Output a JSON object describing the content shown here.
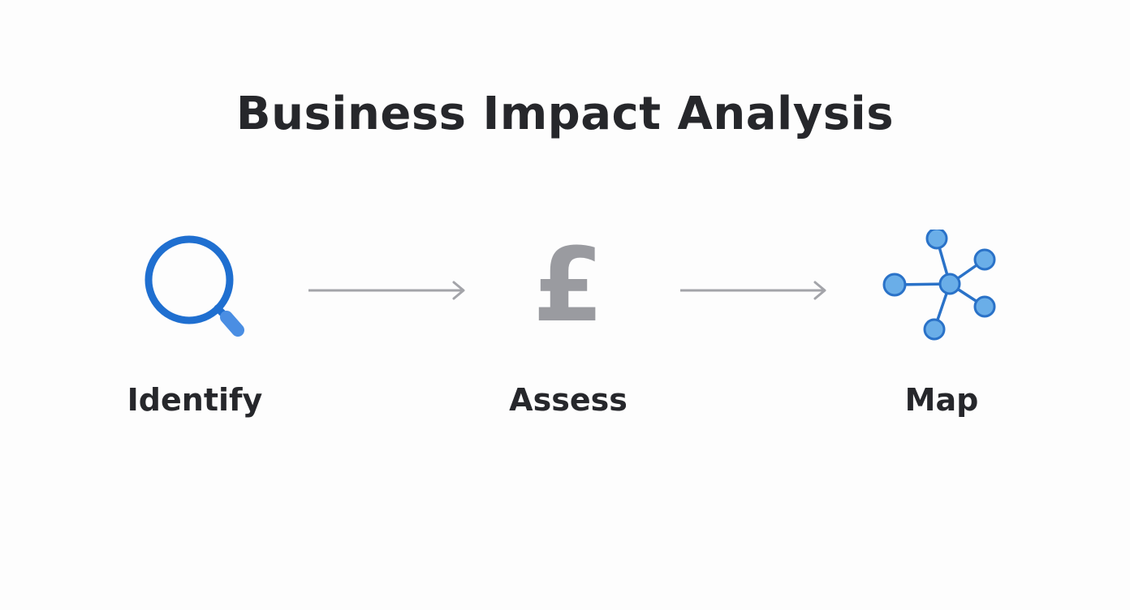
{
  "title": "Business Impact Analysis",
  "steps": [
    {
      "label": "Identify",
      "icon": "magnifying-glass-icon",
      "color": "#1f6fd0"
    },
    {
      "label": "Assess",
      "icon": "pound-sign-icon",
      "color": "#9a9ba0"
    },
    {
      "label": "Map",
      "icon": "network-node-icon",
      "color": "#2a72c8"
    }
  ],
  "arrow_color": "#a3a4a9"
}
